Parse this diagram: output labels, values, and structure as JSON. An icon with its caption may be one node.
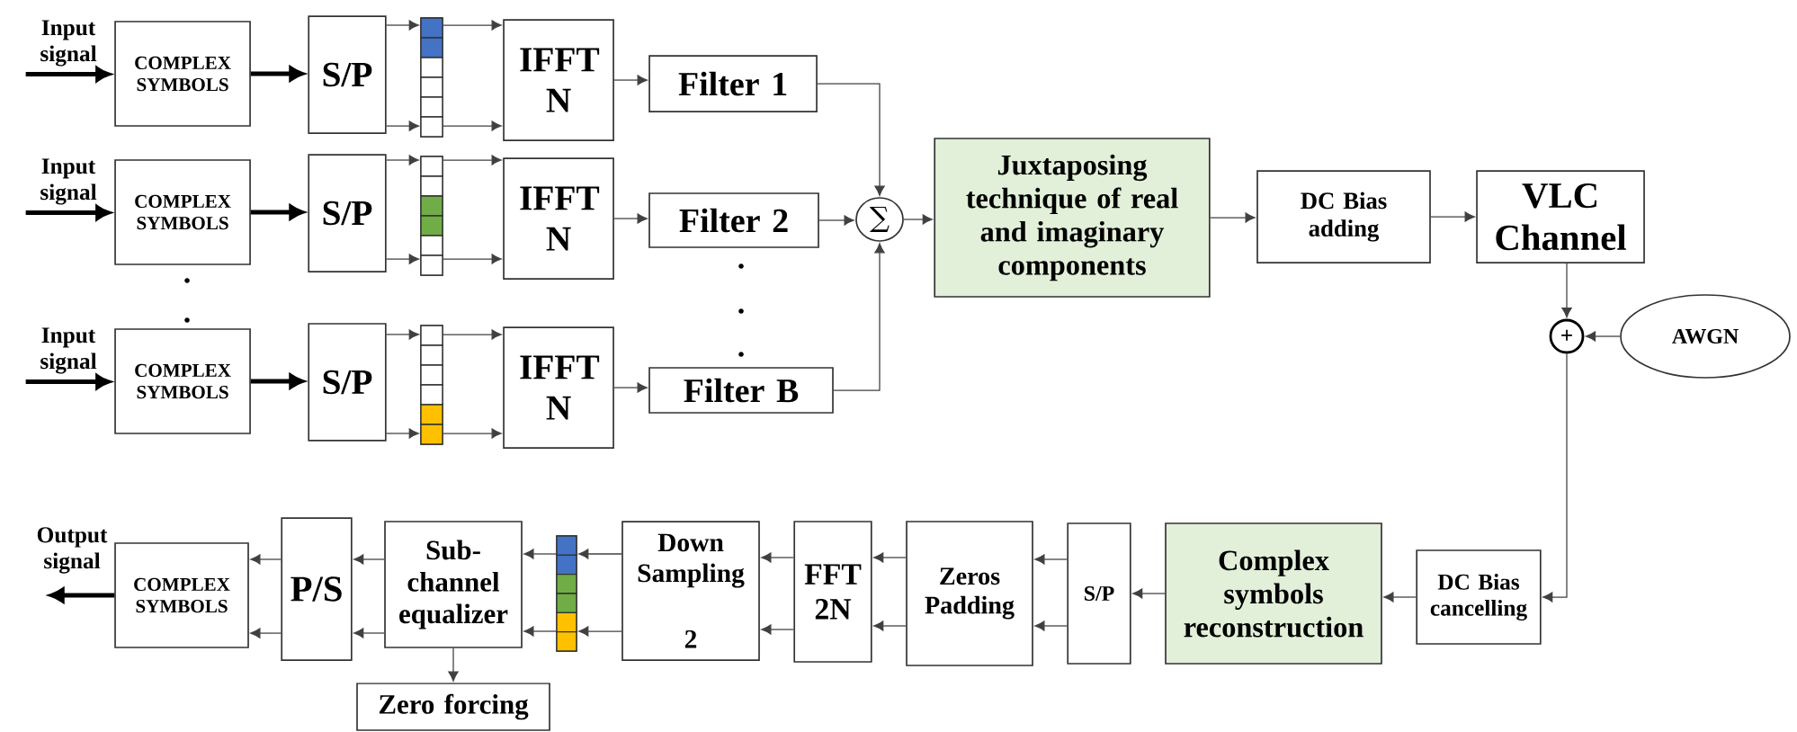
{
  "diagram": {
    "nodes": [
      {
        "text": [
          "Input signal"
        ]
      },
      {
        "text": [
          "COMPLEX SYMBOLS"
        ]
      },
      {
        "text": [
          "S/P"
        ]
      },
      {
        "text": [],
        "shape": "bar"
      },
      {
        "text": [
          "IFFT N"
        ]
      },
      {
        "text": [
          "Filter 1"
        ]
      },
      {
        "text": [
          "Input signal"
        ]
      },
      {
        "text": [
          "COMPLEX SYMBOLS"
        ]
      },
      {
        "text": [
          "S/P"
        ]
      },
      {
        "text": [],
        "shape": "bar"
      },
      {
        "text": [
          "IFFT N"
        ]
      },
      {
        "text": [
          "Filter 2"
        ]
      },
      {
        "text": [
          "Input signal"
        ]
      },
      {
        "text": [
          "COMPLEX SYMBOLS"
        ]
      },
      {
        "text": [
          "S/P"
        ]
      },
      {
        "text": [],
        "shape": "bar"
      },
      {
        "text": [
          "IFFT N"
        ]
      },
      {
        "text": [
          "Filter B"
        ]
      },
      {
        "text": [
          "∑"
        ]
      },
      {
        "text": [
          "Juxtaposing technique of real and imaginary components"
        ]
      },
      {
        "text": [
          "DC Bias adding"
        ]
      },
      {
        "text": [
          "VLC Channel"
        ]
      },
      {
        "text": [
          "+"
        ]
      },
      {
        "text": [
          "AWGN"
        ]
      },
      {
        "text": [
          "DC Bias cancelling"
        ]
      },
      {
        "text": [
          "Complex symbols reconstruction"
        ]
      },
      {
        "text": [
          "S/P"
        ]
      },
      {
        "text": [
          "Zeros Padding"
        ]
      },
      {
        "text": [
          "FFT 2N"
        ]
      },
      {
        "text": [
          "Down Sampling",
          "2"
        ]
      },
      {
        "text": [],
        "shape": "bar"
      },
      {
        "text": [
          "Sub- channel equalizer"
        ]
      },
      {
        "text": [
          "Zero forcing"
        ]
      },
      {
        "text": [
          "P/S"
        ]
      },
      {
        "text": [
          "COMPLEX SYMBOLS"
        ]
      },
      {
        "text": [
          "Output signal"
        ]
      }
    ],
    "edges": [
      {
        "from": 0,
        "to": 1,
        "arrow": "to",
        "style": "thick"
      },
      {
        "from": 1,
        "to": 2,
        "arrow": "to",
        "style": "thick"
      },
      {
        "from": 2,
        "to": 3,
        "arrow": "to"
      },
      {
        "from": 2,
        "to": 3,
        "arrow": "to"
      },
      {
        "from": 3,
        "to": 4,
        "arrow": "to"
      },
      {
        "from": 3,
        "to": 4,
        "arrow": "to"
      },
      {
        "from": 4,
        "to": 5,
        "arrow": "to"
      },
      {
        "from": 5,
        "to": 18,
        "arrow": "to"
      },
      {
        "from": 6,
        "to": 7,
        "arrow": "to",
        "style": "thick"
      },
      {
        "from": 7,
        "to": 8,
        "arrow": "to",
        "style": "thick"
      },
      {
        "from": 8,
        "to": 9,
        "arrow": "to"
      },
      {
        "from": 8,
        "to": 9,
        "arrow": "to"
      },
      {
        "from": 9,
        "to": 10,
        "arrow": "to"
      },
      {
        "from": 9,
        "to": 10,
        "arrow": "to"
      },
      {
        "from": 10,
        "to": 11,
        "arrow": "to"
      },
      {
        "from": 11,
        "to": 18,
        "arrow": "to"
      },
      {
        "from": 12,
        "to": 13,
        "arrow": "to",
        "style": "thick"
      },
      {
        "from": 13,
        "to": 14,
        "arrow": "to",
        "style": "thick"
      },
      {
        "from": 14,
        "to": 15,
        "arrow": "to"
      },
      {
        "from": 14,
        "to": 15,
        "arrow": "to"
      },
      {
        "from": 15,
        "to": 16,
        "arrow": "to"
      },
      {
        "from": 15,
        "to": 16,
        "arrow": "to"
      },
      {
        "from": 16,
        "to": 17,
        "arrow": "to"
      },
      {
        "from": 17,
        "to": 18,
        "arrow": "to"
      },
      {
        "from": 18,
        "to": 19,
        "arrow": "to"
      },
      {
        "from": 19,
        "to": 20,
        "arrow": "to"
      },
      {
        "from": 20,
        "to": 21,
        "arrow": "to"
      },
      {
        "from": 21,
        "to": 22,
        "arrow": "to"
      },
      {
        "from": 23,
        "to": 22,
        "arrow": "to"
      },
      {
        "from": 22,
        "to": 24,
        "arrow": "to"
      },
      {
        "from": 24,
        "to": 25,
        "arrow": "to"
      },
      {
        "from": 25,
        "to": 26,
        "arrow": "to"
      },
      {
        "from": 26,
        "to": 27,
        "arrow": "to"
      },
      {
        "from": 26,
        "to": 27,
        "arrow": "to"
      },
      {
        "from": 27,
        "to": 28,
        "arrow": "to"
      },
      {
        "from": 27,
        "to": 28,
        "arrow": "to"
      },
      {
        "from": 28,
        "to": 29,
        "arrow": "to"
      },
      {
        "from": 28,
        "to": 29,
        "arrow": "to"
      },
      {
        "from": 29,
        "to": 30,
        "arrow": "to"
      },
      {
        "from": 29,
        "to": 30,
        "arrow": "to"
      },
      {
        "from": 30,
        "to": 31,
        "arrow": "to"
      },
      {
        "from": 30,
        "to": 31,
        "arrow": "to"
      },
      {
        "from": 31,
        "to": 32,
        "arrow": "to"
      },
      {
        "from": 31,
        "to": 33,
        "arrow": "to"
      },
      {
        "from": 31,
        "to": 33,
        "arrow": "to"
      },
      {
        "from": 33,
        "to": 34,
        "arrow": "to"
      },
      {
        "from": 33,
        "to": 34,
        "arrow": "to"
      },
      {
        "from": 34,
        "to": 35,
        "arrow": "to",
        "style": "thick"
      }
    ]
  }
}
